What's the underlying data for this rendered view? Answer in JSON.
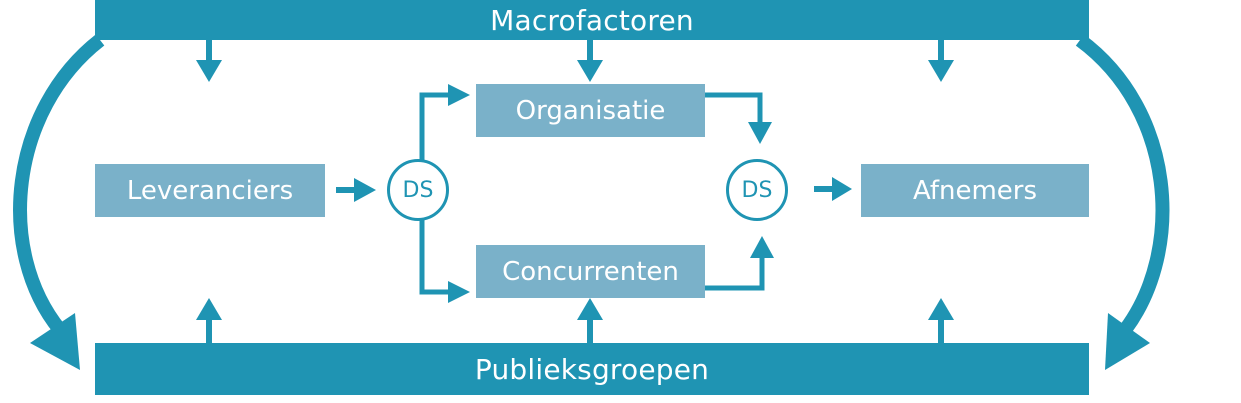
{
  "top_bar": {
    "label": "Macrofactoren"
  },
  "bottom_bar": {
    "label": "Publieksgroepen"
  },
  "boxes": {
    "leveranciers": "Leveranciers",
    "organisatie": "Organisatie",
    "concurrenten": "Concurrenten",
    "afnemers": "Afnemers"
  },
  "nodes": {
    "ds_left": "DS",
    "ds_right": "DS"
  },
  "colors": {
    "dark": "#1f94b3",
    "light": "#7ab1c9",
    "background": "#ffffff"
  }
}
